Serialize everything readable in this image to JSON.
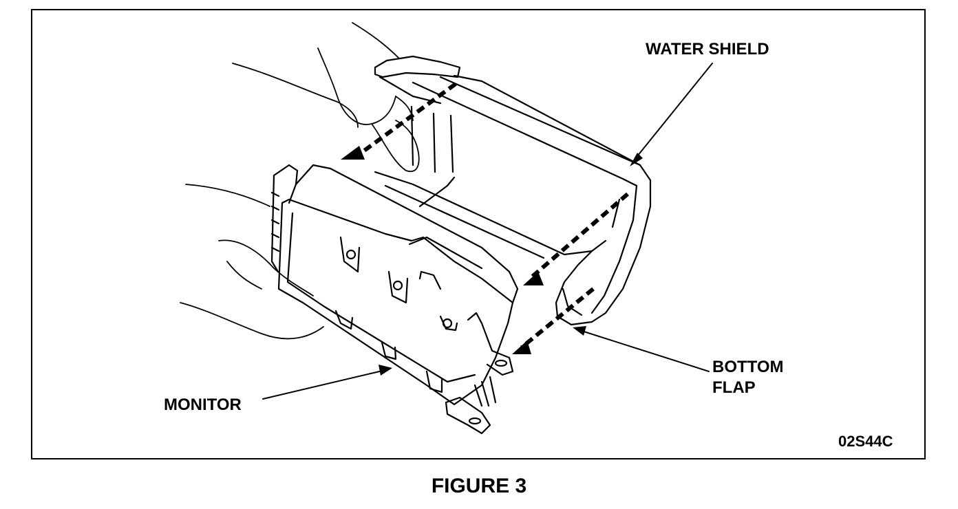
{
  "labels": {
    "water_shield": "WATER SHIELD",
    "bottom_flap_line1": "BOTTOM",
    "bottom_flap_line2": "FLAP",
    "monitor": "MONITOR",
    "figure_code": "02S44C"
  },
  "caption": "FIGURE 3"
}
